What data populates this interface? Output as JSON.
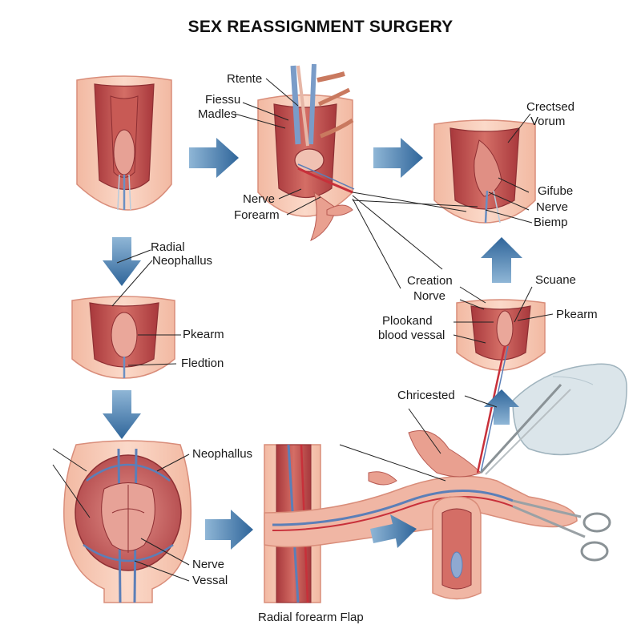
{
  "title": "SEX REASSIGNMENT SURGERY",
  "labels": {
    "rtente": "Rtente",
    "fiessu": "Fiessu",
    "madles": "Madles",
    "nerve_top": "Nerve",
    "forearm_top": "Forearm",
    "crectsed": "Crectsed",
    "vorum": "Vorum",
    "gifube": "Gifube",
    "nerve_right": "Nerve",
    "biemp": "Biemp",
    "radial": "Radial",
    "neophallus_left": "Neophallus",
    "pkearm_left": "Pkearm",
    "fledtion": "Fledtion",
    "creation": "Creation",
    "norve": "Norve",
    "scuane": "Scuane",
    "pkearm_right": "Pkearm",
    "plookand": "Plookand",
    "blood_vessal": "blood vessal",
    "chricested": "Chricested",
    "neophallus_bottom": "Neophallus",
    "nerve_bottom": "Nerve",
    "vessal": "Vessal",
    "caption": "Radial forearm Flap"
  },
  "colors": {
    "skin": "#f4c3ae",
    "skin_dark": "#d98d7a",
    "tissue": "#b8474a",
    "tissue_dark": "#8e2f33",
    "vein": "#5b7fb8",
    "artery": "#c8303a",
    "arrow": "#3f74a3",
    "glove": "#d9e3e8"
  },
  "icons": [
    "arrow-right-icon",
    "arrow-down-icon",
    "arrow-up-icon",
    "forceps-icon",
    "scissors-icon",
    "gloved-hand-icon"
  ]
}
